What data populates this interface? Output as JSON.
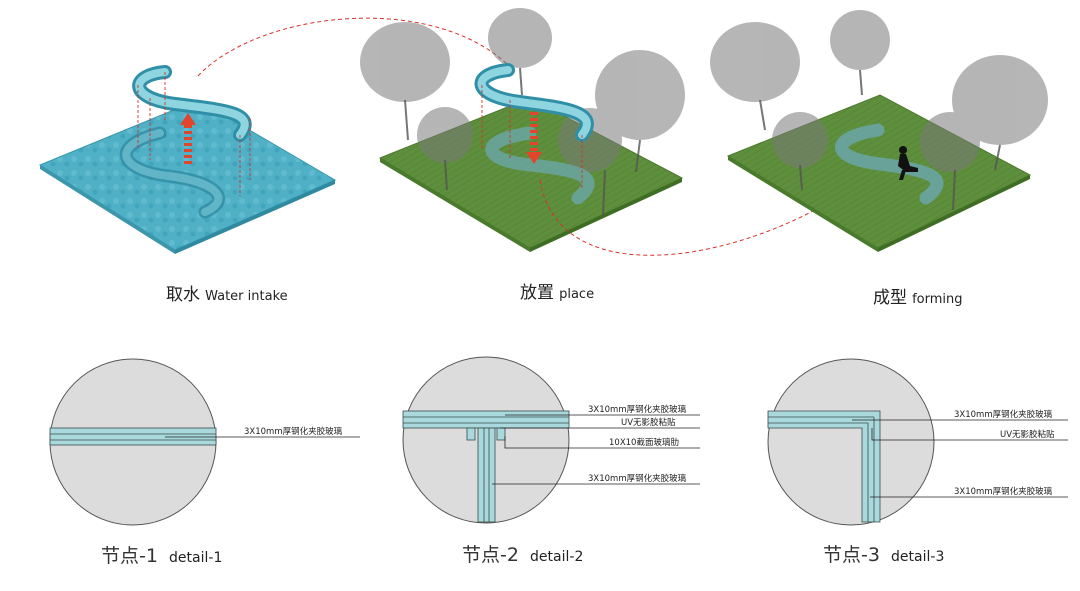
{
  "steps": [
    {
      "zh": "取水",
      "en": "Water intake"
    },
    {
      "zh": "放置",
      "en": "place"
    },
    {
      "zh": "成型",
      "en": "forming"
    }
  ],
  "details": [
    {
      "zh": "节点-1",
      "en": "detail-1",
      "labels": [
        "3X10mm厚钢化夹胶玻璃"
      ]
    },
    {
      "zh": "节点-2",
      "en": "detail-2",
      "labels": [
        "3X10mm厚钢化夹胶玻璃",
        "UV无影胶粘贴",
        "10X10截面玻璃肋",
        "3X10mm厚钢化夹胶玻璃"
      ]
    },
    {
      "zh": "节点-3",
      "en": "detail-3",
      "labels": [
        "3X10mm厚钢化夹胶玻璃",
        "UV无影胶粘贴",
        "3X10mm厚钢化夹胶玻璃"
      ]
    }
  ],
  "colors": {
    "water": "#4fb0c6",
    "grass": "#5e8f3c",
    "glass": "#a9d9dc",
    "arrow": "#e2452b",
    "dash": "#d9302a",
    "circle": "#dcdcdc"
  }
}
